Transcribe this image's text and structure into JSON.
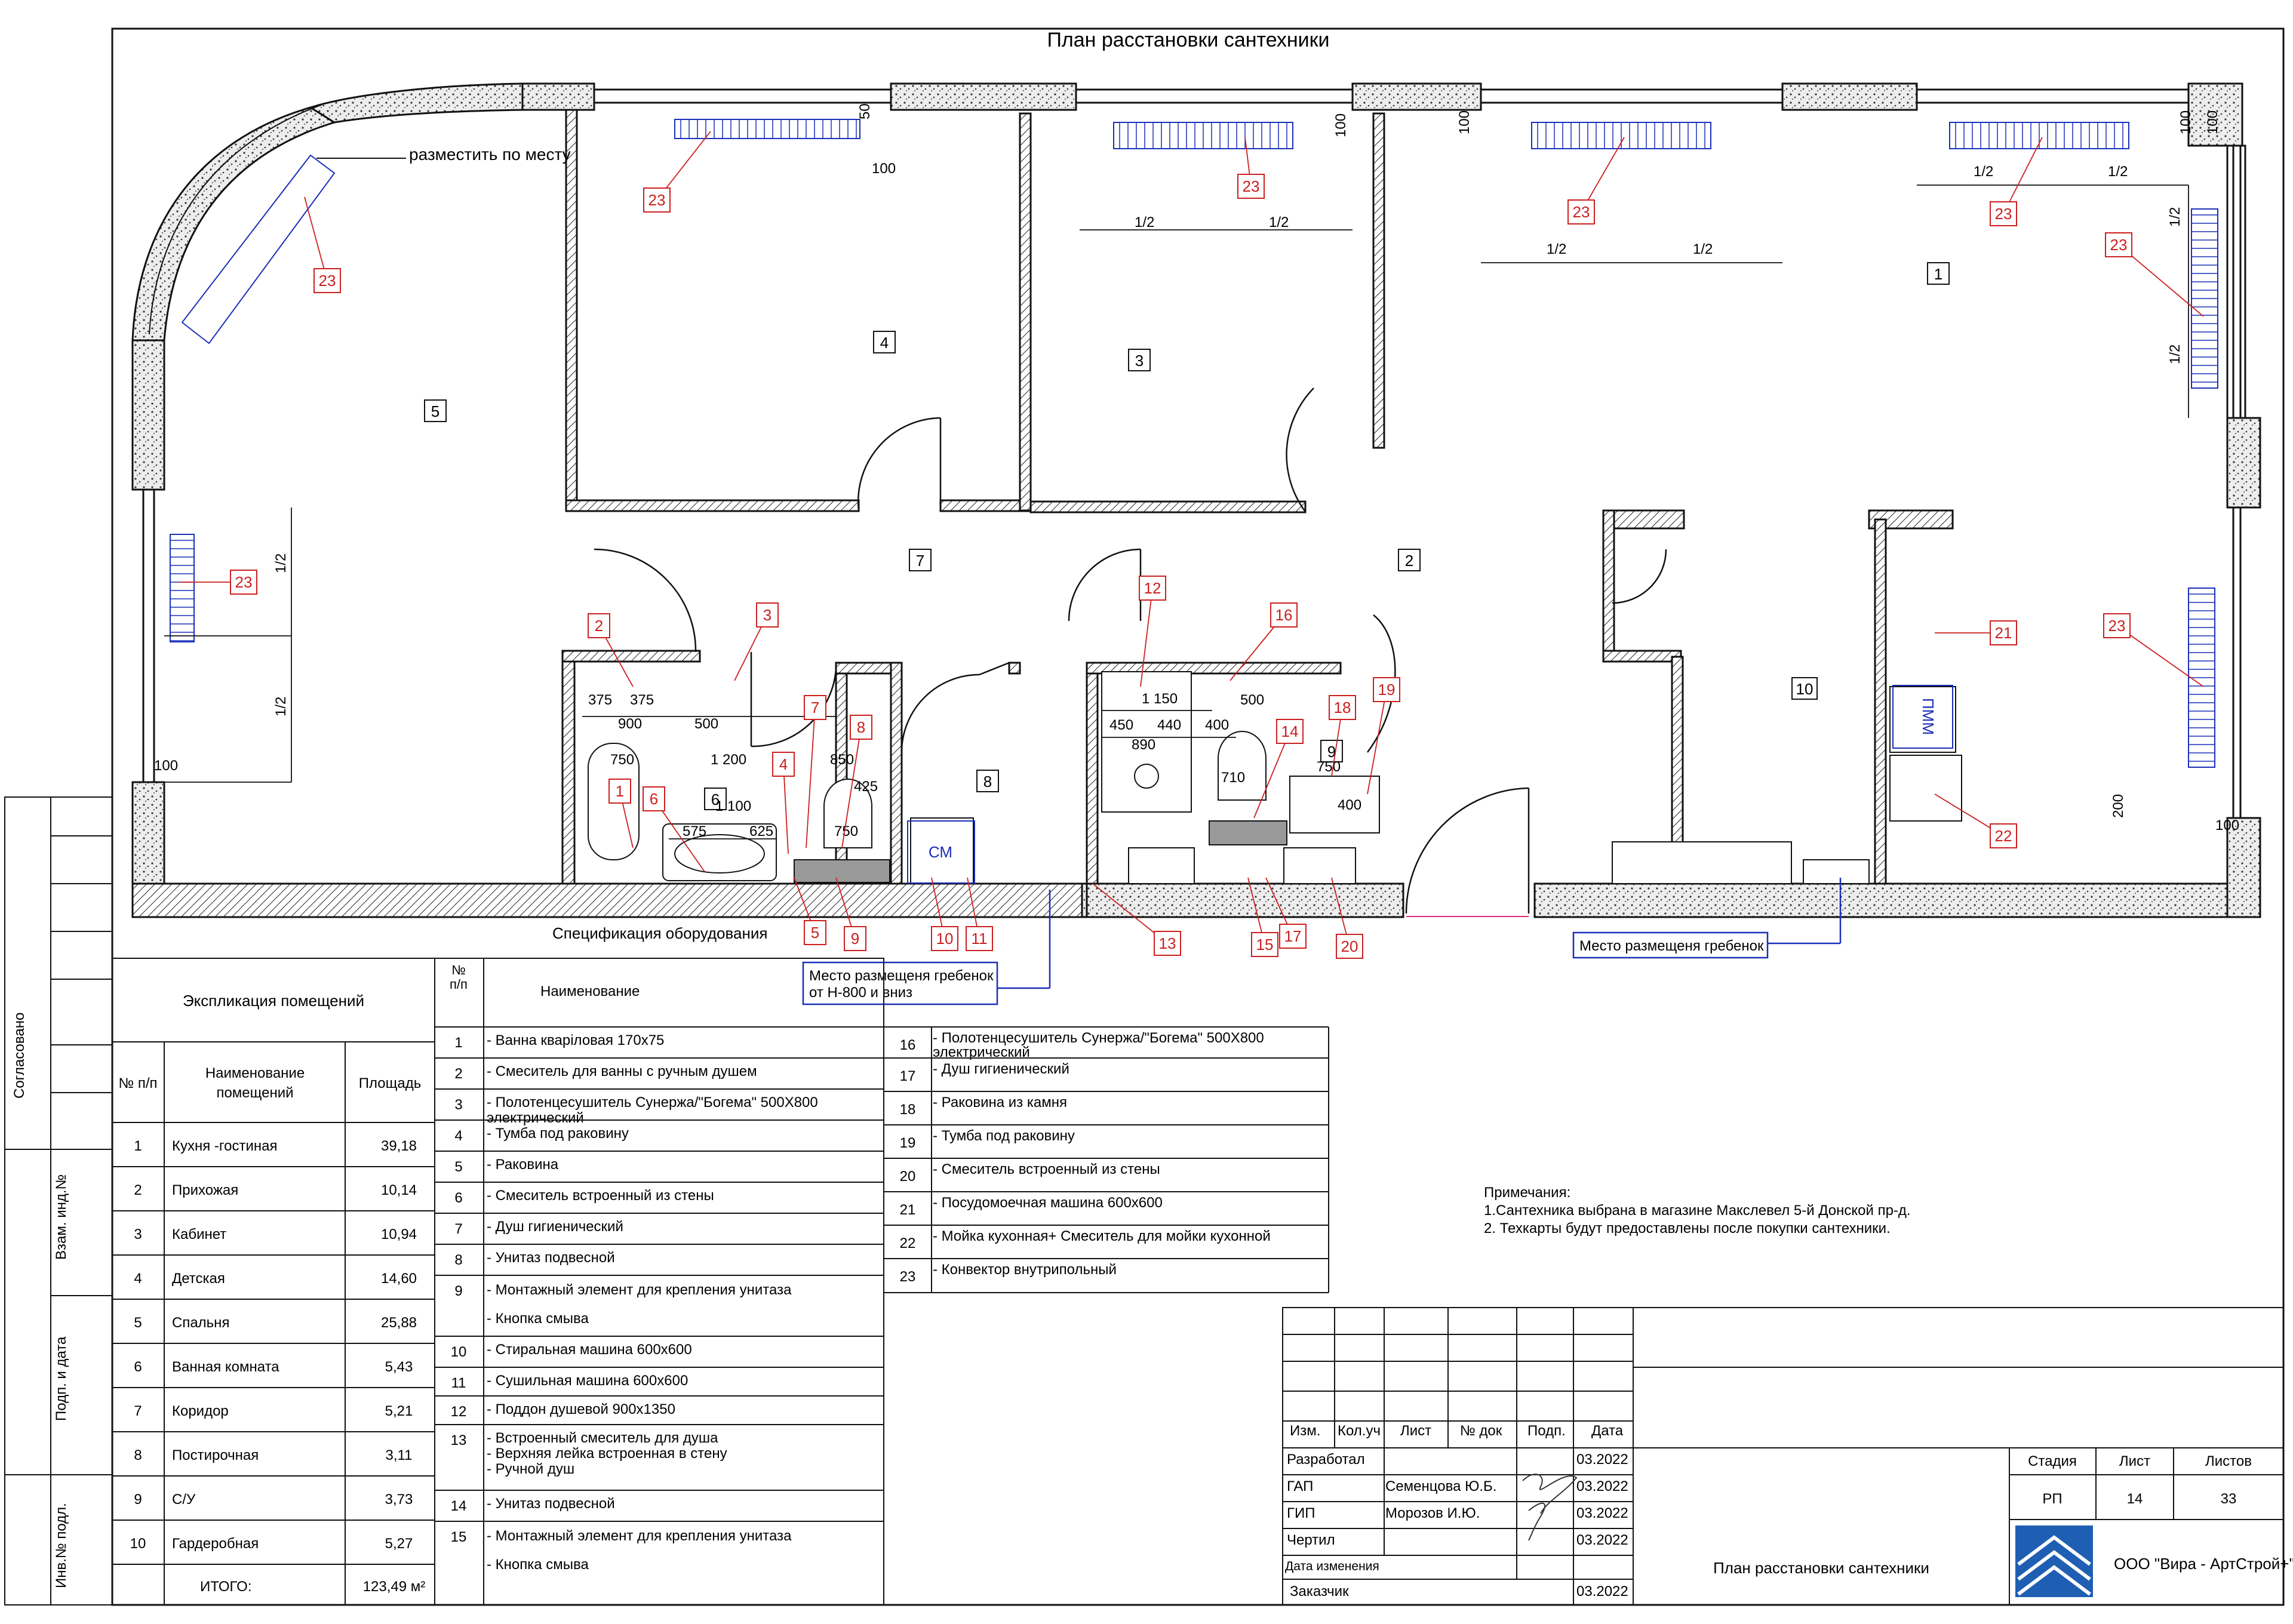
{
  "plan": {
    "title": "План расстановки сантехники",
    "note_place": "разместить по месту",
    "spec_caption": "Спецификация оборудования",
    "comb_note_1a": "Место размещеня гребенок",
    "comb_note_1b": "от Н-800 и вниз",
    "comb_note_2": "Место размещеня гребенок",
    "appliance_cm": "СМ",
    "appliance_pmm": "ПММ",
    "rooms": [
      "1",
      "2",
      "3",
      "4",
      "5",
      "6",
      "7",
      "8",
      "9",
      "10"
    ],
    "dims": {
      "d100": "100",
      "d50": "50",
      "d200": "200",
      "half": "1/2",
      "d375": "375",
      "d900": "900",
      "d500": "500",
      "d750": "750",
      "d1200": "1 200",
      "d850": "850",
      "d1100": "1 100",
      "d425": "425",
      "d575": "575",
      "d625": "625",
      "d1150": "1 150",
      "d450": "450",
      "d440": "440",
      "d400": "400",
      "d890": "890",
      "d710": "710"
    }
  },
  "legend": {
    "title": "Экспликация помещений",
    "col_num": "№ п/п",
    "col_name": "Наименование помещений",
    "col_area": "Площадь",
    "rows": [
      {
        "n": "1",
        "name": "Кухня -гостиная",
        "area": "39,18"
      },
      {
        "n": "2",
        "name": "Прихожая",
        "area": "10,14"
      },
      {
        "n": "3",
        "name": "Кабинет",
        "area": "10,94"
      },
      {
        "n": "4",
        "name": "Детская",
        "area": "14,60"
      },
      {
        "n": "5",
        "name": "Спальня",
        "area": "25,88"
      },
      {
        "n": "6",
        "name": "Ванная комната",
        "area": "5,43"
      },
      {
        "n": "7",
        "name": "Коридор",
        "area": "5,21"
      },
      {
        "n": "8",
        "name": "Постирочная",
        "area": "3,11"
      },
      {
        "n": "9",
        "name": "С/У",
        "area": "3,73"
      },
      {
        "n": "10",
        "name": "Гардеробная",
        "area": "5,27"
      }
    ],
    "total_label": "ИТОГО:",
    "total_value": "123,49 м²"
  },
  "spec": {
    "col_num": "№ п/п",
    "col_name": "Наименование",
    "left": [
      {
        "n": "1",
        "lines": [
          "- Ванна кварiловая 170х75"
        ]
      },
      {
        "n": "2",
        "lines": [
          "- Смеситель для ванны с ручным душем"
        ]
      },
      {
        "n": "3",
        "lines": [
          "- Полотенцесушитель Сунержа/\"Богема\" 500X800",
          "электрический"
        ]
      },
      {
        "n": "4",
        "lines": [
          "- Тумба под раковину"
        ]
      },
      {
        "n": "5",
        "lines": [
          "- Раковина"
        ]
      },
      {
        "n": "6",
        "lines": [
          "- Смеситель встроенный из стены"
        ]
      },
      {
        "n": "7",
        "lines": [
          "- Душ гигиенический"
        ]
      },
      {
        "n": "8",
        "lines": [
          "- Унитаз подвесной"
        ]
      },
      {
        "n": "9",
        "lines": [
          "- Монтажный элемент для крепления унитаза",
          "- Кнопка смыва"
        ]
      },
      {
        "n": "10",
        "lines": [
          "- Стиральная машина 600х600"
        ]
      },
      {
        "n": "11",
        "lines": [
          "- Сушильная  машина 600х600"
        ]
      },
      {
        "n": "12",
        "lines": [
          "- Поддон душевой 900х1350"
        ]
      },
      {
        "n": "13",
        "lines": [
          "- Встроенный смеситель для душа",
          "- Верхняя лейка встроенная в стену",
          "- Ручной душ"
        ]
      },
      {
        "n": "14",
        "lines": [
          "- Унитаз подвесной"
        ]
      },
      {
        "n": "15",
        "lines": [
          "- Монтажный элемент для крепления унитаза",
          "- Кнопка смыва"
        ]
      }
    ],
    "right": [
      {
        "n": "16",
        "lines": [
          "- Полотенцесушитель Сунержа/\"Богема\" 500X800",
          "электрический"
        ]
      },
      {
        "n": "17",
        "lines": [
          "- Душ гигиенический"
        ]
      },
      {
        "n": "18",
        "lines": [
          "- Раковина из камня"
        ]
      },
      {
        "n": "19",
        "lines": [
          "- Тумба под раковину"
        ]
      },
      {
        "n": "20",
        "lines": [
          "- Смеситель встроенный из стены"
        ]
      },
      {
        "n": "21",
        "lines": [
          "- Посудомоечная машина 600х600"
        ]
      },
      {
        "n": "22",
        "lines": [
          "- Мойка кухонная+ Смеситель для мойки кухонной"
        ]
      },
      {
        "n": "23",
        "lines": [
          "- Конвектор внутрипольный"
        ]
      }
    ]
  },
  "notes": {
    "title": "Примечания:",
    "line1": "1.Сантехника выбрана в магазине Макслевел 5-й Донской пр-д.",
    "line2": "2. Техкарты будут предоставлены после покупки сантехники."
  },
  "side": {
    "agreed": "Согласовано",
    "inv_vzam": "Взам. инд.№",
    "sign_date": "Подп. и дата",
    "inv_orig": "Инв.№ подл."
  },
  "stamp": {
    "h_izm": "Изм.",
    "h_kol": "Кол.уч",
    "h_list": "Лист",
    "h_ndok": "№ док",
    "h_podp": "Подп.",
    "h_data": "Дата",
    "r_razrab": "Разработал",
    "r_gap": "ГАП",
    "r_gip": "ГИП",
    "r_chertil": "Чертил",
    "r_datechange": "Дата изменения",
    "r_zakazchik": "Заказчик",
    "gap_name": "Семенцова Ю.Б.",
    "gip_name": "Морозов И.Ю.",
    "date": "03.2022",
    "stage_h": "Стадия",
    "sheet_h": "Лист",
    "sheets_h": "Листов",
    "stage": "РП",
    "sheet": "14",
    "sheets": "33",
    "doc_title": "План расстановки сантехники",
    "company": "ООО \"Вира - АртСтрой+\""
  },
  "colors": {
    "callout_red": "#cc1f1f",
    "note_blue": "#1a2fb8",
    "logo_blue": "#1f5fb3",
    "wall_fill": "#e6e6e6",
    "line": "#111111"
  },
  "icons": [
    "radiator-icon",
    "bathtub-icon",
    "sink-icon",
    "toilet-icon",
    "shower-tray-icon",
    "logo-icon",
    "signature-icon"
  ]
}
